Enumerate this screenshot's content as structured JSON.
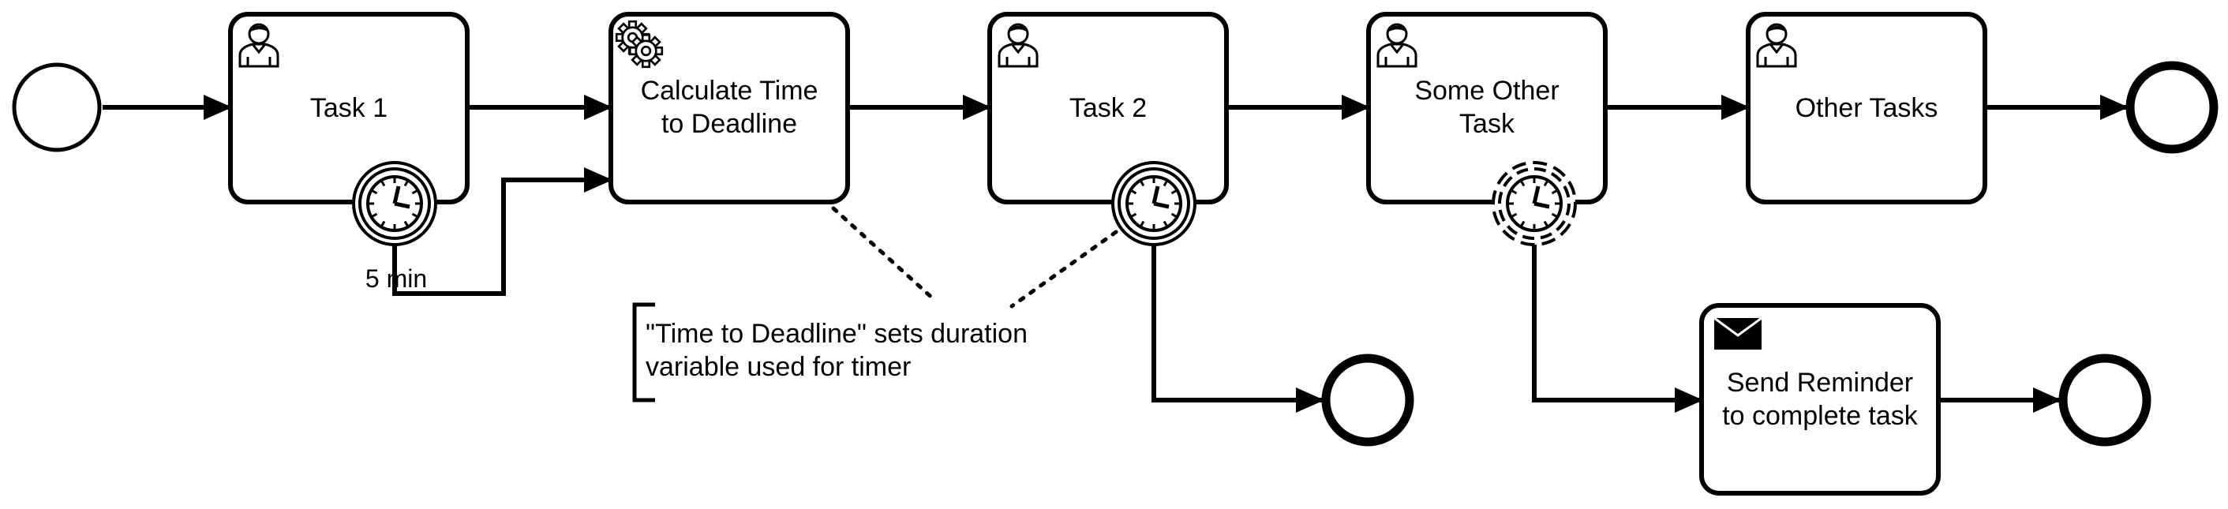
{
  "colors": {
    "stroke": "#000000",
    "fill": "#ffffff"
  },
  "events": {
    "start": {
      "label": ""
    },
    "end_main": {
      "label": ""
    },
    "end_task2": {
      "label": ""
    },
    "end_reminder": {
      "label": ""
    }
  },
  "tasks": {
    "task1": {
      "icon": "user-icon",
      "line1": "Task 1",
      "line2": ""
    },
    "calc": {
      "icon": "gear-icon",
      "line1": "Calculate Time",
      "line2": "to Deadline"
    },
    "task2": {
      "icon": "user-icon",
      "line1": "Task 2",
      "line2": ""
    },
    "some_other": {
      "icon": "user-icon",
      "line1": "Some Other",
      "line2": "Task"
    },
    "other_tasks": {
      "icon": "user-icon",
      "line1": "Other Tasks",
      "line2": ""
    },
    "reminder": {
      "icon": "envelope-icon",
      "line1": "Send Reminder",
      "line2": "to complete task"
    }
  },
  "timers": {
    "task1_timer": {
      "icon": "clock-icon",
      "type": "interrupting",
      "label": "5 min"
    },
    "task2_timer": {
      "icon": "clock-icon",
      "type": "interrupting",
      "label": ""
    },
    "some_other_timer": {
      "icon": "clock-icon",
      "type": "non-interrupting",
      "label": ""
    }
  },
  "annotation": {
    "line1": "\"Time to Deadline\" sets duration",
    "line2": "variable used for timer"
  }
}
